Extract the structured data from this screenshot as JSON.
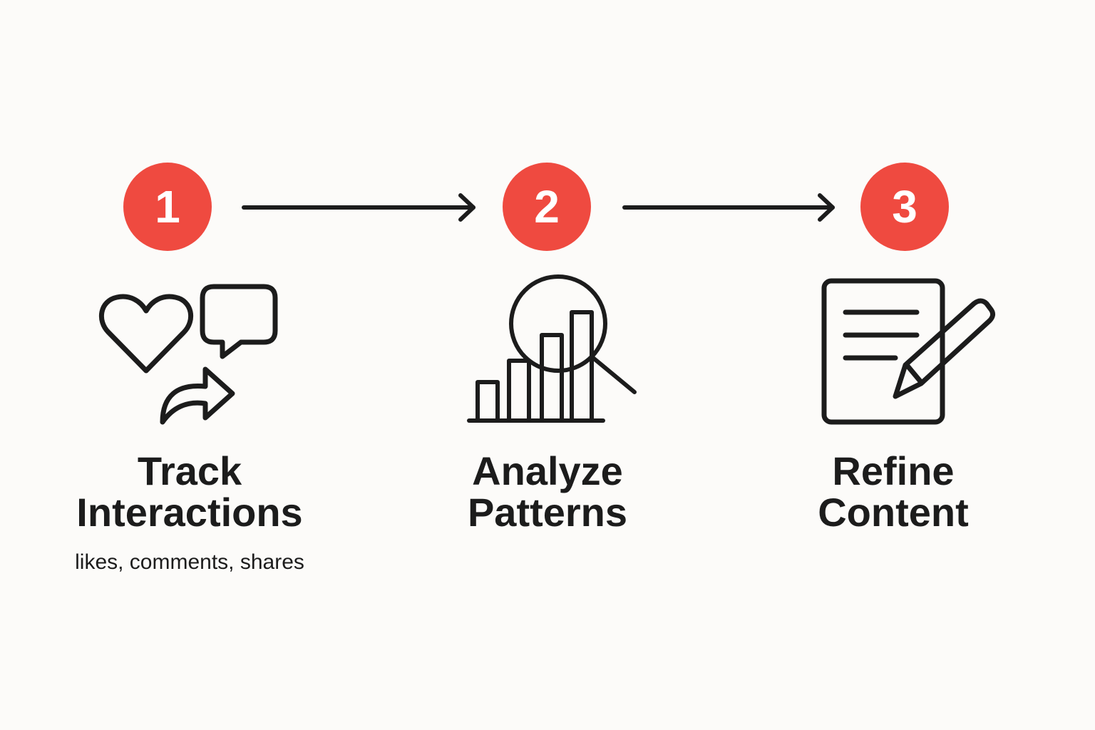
{
  "colors": {
    "accent": "#ef4a40",
    "ink": "#1c1c1c",
    "background": "#fcfbf9"
  },
  "steps": [
    {
      "number": "1",
      "title_line1": "Track",
      "title_line2": "Interactions",
      "subtitle": "likes, comments, shares",
      "icons": [
        "heart-icon",
        "comment-bubble-icon",
        "share-arrow-icon"
      ]
    },
    {
      "number": "2",
      "title_line1": "Analyze",
      "title_line2": "Patterns",
      "icons": [
        "bar-chart-icon",
        "magnifier-icon"
      ]
    },
    {
      "number": "3",
      "title_line1": "Refine",
      "title_line2": "Content",
      "icons": [
        "document-icon",
        "pencil-icon"
      ]
    }
  ],
  "connectors": [
    "arrow-right-icon",
    "arrow-right-icon"
  ]
}
